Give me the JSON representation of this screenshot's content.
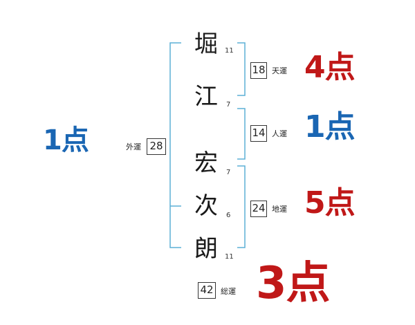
{
  "name_chars": [
    {
      "char": "堀",
      "strokes": "11"
    },
    {
      "char": "江",
      "strokes": "7"
    },
    {
      "char": "宏",
      "strokes": "7"
    },
    {
      "char": "次",
      "strokes": "6"
    },
    {
      "char": "朗",
      "strokes": "11"
    }
  ],
  "fortunes": {
    "gaiun": {
      "label": "外運",
      "value": "28",
      "score": "1点",
      "color": "#1a66b3"
    },
    "tenun": {
      "label": "天運",
      "value": "18",
      "score": "4点",
      "color": "#c01818"
    },
    "jinun": {
      "label": "人運",
      "value": "14",
      "score": "1点",
      "color": "#1a66b3"
    },
    "chiun": {
      "label": "地運",
      "value": "24",
      "score": "5点",
      "color": "#c01818"
    },
    "souun": {
      "label": "総運",
      "value": "42",
      "score": "3点",
      "color": "#c01818"
    }
  },
  "colors": {
    "bracket": "#5bafd6",
    "box_border": "#333333"
  }
}
